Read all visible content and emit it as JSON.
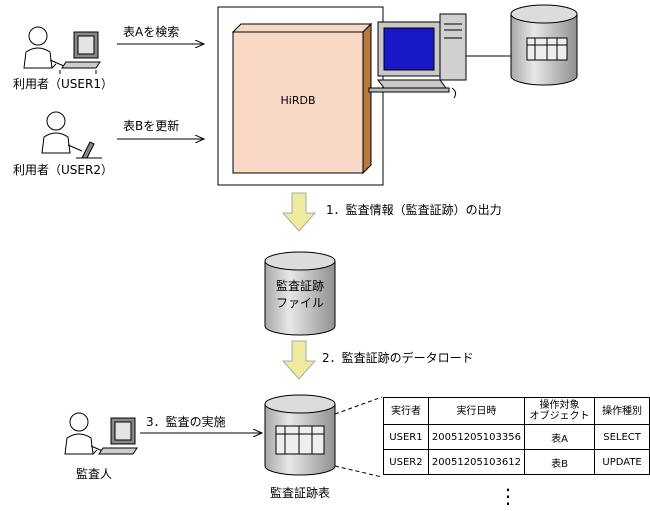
{
  "users": {
    "user1_label": "利用者（USER1）",
    "user2_label": "利用者（USER2）",
    "auditor_label": "監査人"
  },
  "actions": {
    "search_table_a": "表Aを検索",
    "update_table_b": "表Bを更新"
  },
  "server": {
    "db_name": "HiRDB"
  },
  "steps": {
    "step1": "1．監査情報（監査証跡）の出力",
    "step2": "2．監査証跡のデータロード",
    "step3": "3．監査の実施"
  },
  "audit_file": {
    "line1": "監査証跡",
    "line2": "ファイル"
  },
  "audit_table": {
    "label": "監査証跡表",
    "headers": [
      "実行者",
      "実行日時",
      "操作対象\nオブジェクト",
      "操作種別"
    ],
    "rows": [
      [
        "USER1",
        "20051205103356",
        "表A",
        "SELECT"
      ],
      [
        "USER2",
        "20051205103612",
        "表B",
        "UPDATE"
      ]
    ],
    "continuation": "⋮"
  },
  "colors": {
    "hirdb_box": "#F8D9C6",
    "hirdb_side": "#B8793F",
    "flow_arrow": "#EDEB9E",
    "cylinder": "#C8C8C8",
    "monitor_screen": "#1818C8"
  }
}
